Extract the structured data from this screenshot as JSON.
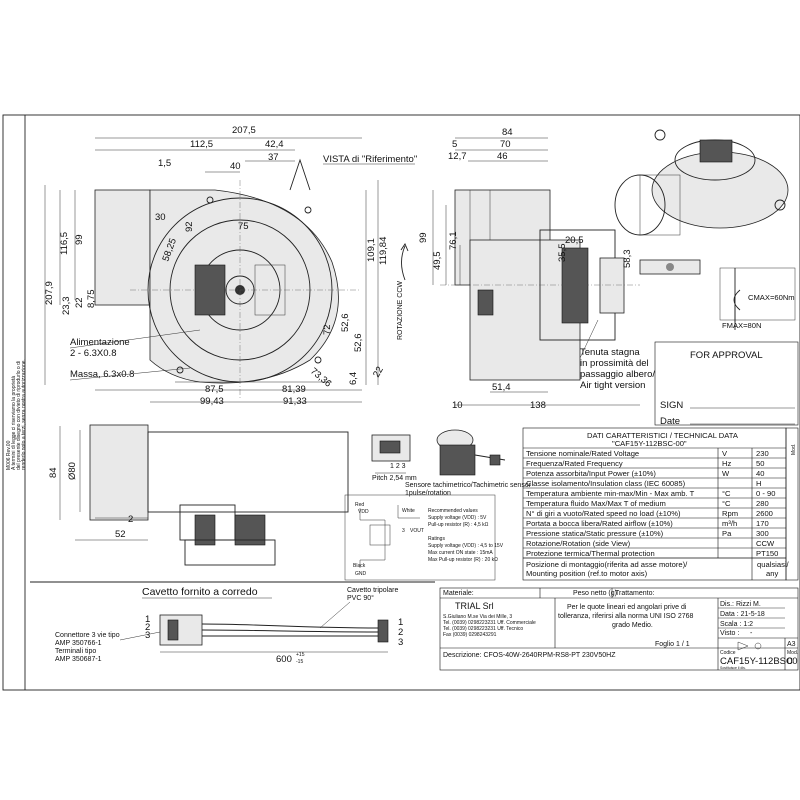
{
  "side_note": {
    "code": "M006 Rev.00",
    "lines": [
      "A termini di legge ci riserviamo la proprietà",
      "del presente disegno con divieto di riprodurlo o di",
      "renderlo noto a terzi, senza nostra autorizzazione."
    ]
  },
  "dimensions": {
    "overall_width": "207,5",
    "d112": "112,5",
    "d42": "42,4",
    "d40": "40",
    "d37": "37",
    "d1_5": "1,5",
    "d116": "116,5",
    "d99": "99",
    "d207": "207,9",
    "d30": "30",
    "d92": "92",
    "d75": "75",
    "d58": "58,25",
    "d23": "23,3",
    "d22": "22",
    "d8": "8,75",
    "d109": "109,1",
    "d119": "119,84",
    "d87": "87,5",
    "d81": "81,39",
    "d99b": "99,43",
    "d91": "91,33",
    "d72": "72",
    "d52": "52,6",
    "d52b": "52,6",
    "d73": "73,36",
    "d6_4": "6,4",
    "d22b": "22",
    "s84": "84",
    "s5": "5",
    "s12": "12,7",
    "s70": "70",
    "s46": "46",
    "s99": "99",
    "s76": "76,1",
    "s49": "49,5",
    "s35": "35,5",
    "s20": "20,5",
    "s58": "58,3",
    "s10": "10",
    "s51": "51,4",
    "s138": "138",
    "b84": "84",
    "b80": "Ø80",
    "b2": "2",
    "b52": "52",
    "c600": "600",
    "c_tol_up": "+15",
    "c_tol_dn": "-15"
  },
  "labels": {
    "vista": "VISTA di \"Riferimento\"",
    "rotation": "ROTAZIONE CCW",
    "power_supply": [
      "Alimentazione",
      "2 - 6.3X0.8"
    ],
    "ground": "Massa, 6.3x0.8",
    "seal": [
      "Tenuta stagna",
      "in prossimità del",
      "passaggio albero/",
      "Air tight version"
    ],
    "cmax": "CMAX=60Nm",
    "fmax": "FMAX=80N",
    "pitch": "Pitch 2,54 mm",
    "pins": "1 2 3",
    "sensor": [
      "Sensore tachimetrico/Tachimetric sensor",
      "1pulse/rotation"
    ],
    "circuit": {
      "red": "Red",
      "vdd": "VDD",
      "white": "White",
      "three": "3",
      "vout": "VOUT",
      "black": "Black",
      "gnd": "GND",
      "rec_title": "Recommended values",
      "rec1": "Supply voltage (VDD) : 5V",
      "rec2": "Pull-up resistor (R)     : 4,5 kΩ",
      "rat_title": "Ratings",
      "rat1": "Supply voltage (VDD)  : 4,5 to 15V",
      "rat2": "Max current ON state   : 15mA",
      "rat3": "Max Pull-up resistor (R) : 20 kΩ"
    },
    "cable_title": "Cavetto fornito a corredo",
    "tripolar": [
      "Cavetto tripolare",
      "PVC 90°"
    ],
    "connector": [
      "Connettore 3 vie tipo",
      "AMP 350766-1",
      "Terminali tipo",
      "AMP 350687-1"
    ],
    "pin_numbers": [
      "1",
      "2",
      "3"
    ]
  },
  "approval": {
    "title": "FOR APPROVAL",
    "sign": "SIGN",
    "date": "Date"
  },
  "tech": {
    "header1": "DATI CARATTERISTICI / TECHNICAL DATA",
    "header2": "\"CAF15Y-112BSC-00\"",
    "mod": "Mod.",
    "rows": [
      {
        "label": "Tensione  nominale/Rated Voltage",
        "unit": "V",
        "value": "230"
      },
      {
        "label": "Frequenza/Rated Frequency",
        "unit": "Hz",
        "value": "50"
      },
      {
        "label": "Potenza assorbita/Input Power (±10%)",
        "unit": "W",
        "value": "40"
      },
      {
        "label": "Classe isolamento/Insulation class (IEC 60085)",
        "unit": "",
        "value": "H"
      },
      {
        "label": "Temperatura ambiente min-max/Min - Max amb. T",
        "unit": "°C",
        "value": "0 - 90"
      },
      {
        "label": "Temperatura fluido Max/Max T of medium",
        "unit": "°C",
        "value": "280"
      },
      {
        "label": "N° di giri a vuoto/Rated speed no load (±10%)",
        "unit": "Rpm",
        "value": "2600"
      },
      {
        "label": "Portata a bocca libera/Rated airflow (±10%)",
        "unit": "m³/h",
        "value": "170"
      },
      {
        "label": "Pressione statica/Static pressure (±10%)",
        "unit": "Pa",
        "value": "300"
      },
      {
        "label": "Rotazione/Rotation (side View)",
        "unit": "",
        "value": "CCW"
      },
      {
        "label": "Protezione termica/Thermal protection",
        "unit": "",
        "value": "PT150"
      }
    ],
    "mount_label": [
      "Posizione di montaggio(riferita ad asse motore)/",
      "Mounting position (ref.to motor axis)"
    ],
    "mount_value": [
      "qualsiasi/",
      "any"
    ]
  },
  "title_block": {
    "materiale": "Materiale:",
    "peso": "Peso netto (g)",
    "trattamento": "Trattamento:",
    "company": "TRIAL Srl",
    "address": [
      "S.Giuliano M.se Via dei Mille, 3",
      "Tel.  (0039) 0298223231 Uff. Commerciale",
      "Tel.  (0039) 0298223231 Uff. Tecnico",
      "Fax (0039) 0298243291"
    ],
    "tolerance": [
      "Per le quote lineari ed angolari prive di",
      "tolleranza, riferirsi alla norma UNI ISO 2768",
      "grado Medio."
    ],
    "dis": "Dis.:  Rizzi M.",
    "data": "Data :  21-5-18",
    "scala": "Scala :  1:2",
    "visto": "Visto :",
    "visto_val": "-",
    "foglio": "Foglio 1 / 1",
    "format": "A3",
    "descrizione": "Descrizione:  CFOS-40W-2640RPM-RS8-PT    230V50HZ",
    "codice_label": "Codice",
    "codice": "CAF15Y-112BSC",
    "mod_label": "Mod.",
    "mod": "00",
    "tiny": "Sostituisce il dis."
  }
}
